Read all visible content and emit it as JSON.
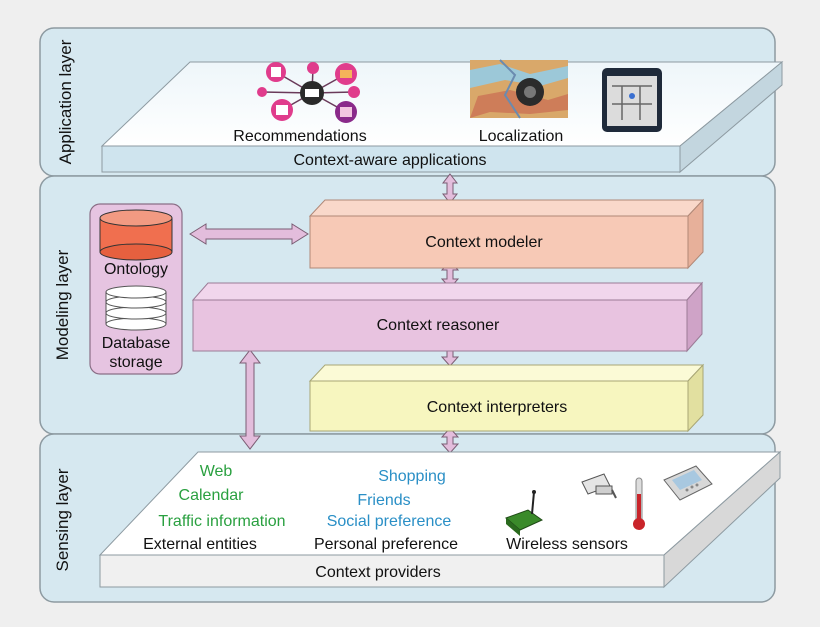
{
  "layers": {
    "application": "Application layer",
    "modeling": "Modeling layer",
    "sensing": "Sensing layer"
  },
  "application": {
    "platform_label": "Context-aware applications",
    "recommendations": "Recommendations",
    "localization": "Localization"
  },
  "modeling": {
    "modeler": "Context modeler",
    "reasoner": "Context reasoner",
    "interpreters": "Context interpreters",
    "ontology": "Ontology",
    "database_line1": "Database",
    "database_line2": "storage"
  },
  "sensing": {
    "platform_label": "Context providers",
    "external": {
      "label": "External entities",
      "items": [
        "Web",
        "Calendar",
        "Traffic information"
      ]
    },
    "personal": {
      "label": "Personal preference",
      "items": [
        "Shopping",
        "Friends",
        "Social preference"
      ]
    },
    "wireless": {
      "label": "Wireless sensors"
    }
  },
  "colors": {
    "panel_fill": "#d6e8f0",
    "panel_border": "#8d9aa1",
    "modeler": "#f7c9b6",
    "reasoner": "#e8c3e0",
    "interpreters": "#f7f6bf",
    "arrow": "#e3bddc",
    "external_items": "#2aa040",
    "personal_items": "#2a8fc6"
  }
}
